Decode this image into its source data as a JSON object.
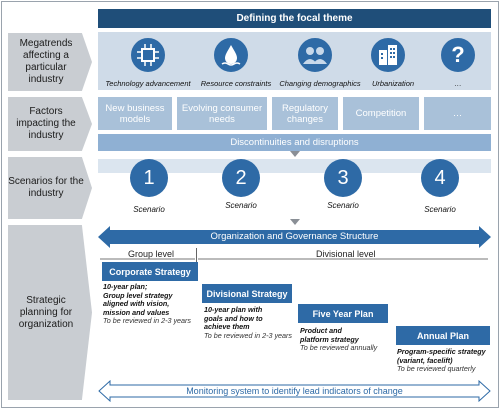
{
  "header": {
    "title": "Defining the focal theme"
  },
  "rows": {
    "megatrends": "Megatrends affecting a particular industry",
    "factors": "Factors impacting the industry",
    "scenarios": "Scenarios for the industry",
    "strategic": "Strategic planning for organization"
  },
  "megatrends": [
    {
      "label": "Technology advancement",
      "icon": "circuit-icon"
    },
    {
      "label": "Resource constraints",
      "icon": "water-drop-icon"
    },
    {
      "label": "Changing demographics",
      "icon": "people-icon"
    },
    {
      "label": "Urbanization",
      "icon": "buildings-icon"
    },
    {
      "label": "…",
      "icon": "question-icon",
      "glyph": "?"
    }
  ],
  "factors": [
    "New business models",
    "Evolving consumer needs",
    "Regulatory changes",
    "Competition",
    "…"
  ],
  "disruptions": "Discontinuities and disruptions",
  "scenarios": [
    {
      "number": "1",
      "label": "Scenario"
    },
    {
      "number": "2",
      "label": "Scenario"
    },
    {
      "number": "3",
      "label": "Scenario"
    },
    {
      "number": "4",
      "label": "Scenario"
    }
  ],
  "governance": {
    "title": "Organization and Governance Structure",
    "group_level": "Group level",
    "divisional_level": "Divisional level"
  },
  "plans": [
    {
      "title": "Corporate Strategy",
      "lines": [
        "10-year plan;",
        "Group level strategy",
        "aligned with vision,",
        "mission and values"
      ],
      "review": "To be reviewed in 2-3 years"
    },
    {
      "title": "Divisional Strategy",
      "lines": [
        "10-year plan with",
        "goals and how to",
        "achieve them"
      ],
      "review": "To be reviewed in 2-3 years"
    },
    {
      "title": "Five Year Plan",
      "lines": [
        "Product  and",
        "platform strategy"
      ],
      "review": "To be reviewed annually"
    },
    {
      "title": "Annual Plan",
      "lines": [
        "Program-specific strategy",
        "(variant, facelift)"
      ],
      "review": "To be reviewed quarterly"
    }
  ],
  "monitoring": "Monitoring system to identify lead indicators of change"
}
